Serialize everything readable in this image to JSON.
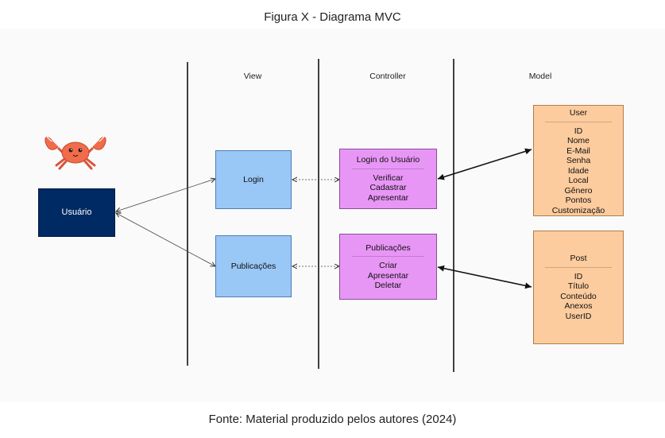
{
  "figure": {
    "title": "Figura X - Diagrama MVC",
    "source": "Fonte: Material produzido pelos autores (2024)"
  },
  "columns": {
    "view": "View",
    "controller": "Controller",
    "model": "Model"
  },
  "actor": {
    "label": "Usuário",
    "mascot_icon": "crab-icon"
  },
  "view_boxes": {
    "login": "Login",
    "publications": "Publicações"
  },
  "controller_boxes": {
    "login": {
      "title": "Login do Usuário",
      "actions": [
        "Verificar",
        "Cadastrar",
        "Apresentar"
      ]
    },
    "publications": {
      "title": "Publicações",
      "actions": [
        "Criar",
        "Apresentar",
        "Deletar"
      ]
    }
  },
  "model_boxes": {
    "user": {
      "title": "User",
      "fields": [
        "ID",
        "Nome",
        "E-Mail",
        "Senha",
        "Idade",
        "Local",
        "Gênero",
        "Pontos",
        "Customização"
      ]
    },
    "post": {
      "title": "Post",
      "fields": [
        "ID",
        "Título",
        "Conteúdo",
        "Anexos",
        "UserID"
      ]
    }
  },
  "colors": {
    "view": "#99c7f6",
    "controller": "#e896f6",
    "model": "#fccc9e",
    "actor": "#002a63",
    "crab": "#f26b4a"
  }
}
